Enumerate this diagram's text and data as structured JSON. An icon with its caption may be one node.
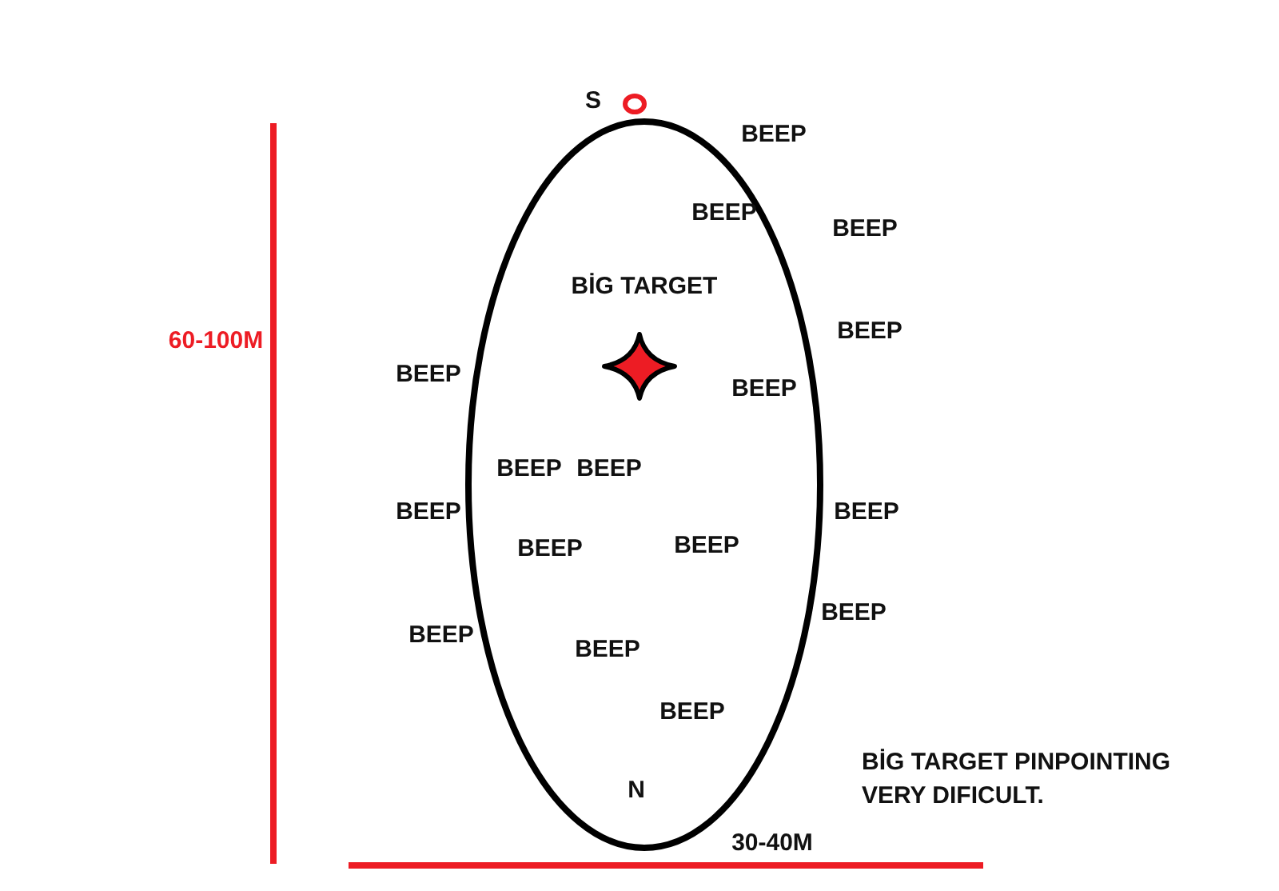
{
  "diagram": {
    "labels": [
      "S",
      "BEEP",
      "BEEP",
      "BEEP",
      "BİG TARGET",
      "60-100M",
      "BEEP",
      "BEEP",
      "BEEP",
      "BEEP",
      "BEEP",
      "BEEP",
      "BEEP",
      "BEEP",
      "BEEP",
      "BEEP",
      "BEEP",
      "BEEP",
      "BEEP",
      "BİG TARGET PINPOINTING VERY DIFICULT.",
      "N",
      "30-40M"
    ]
  }
}
